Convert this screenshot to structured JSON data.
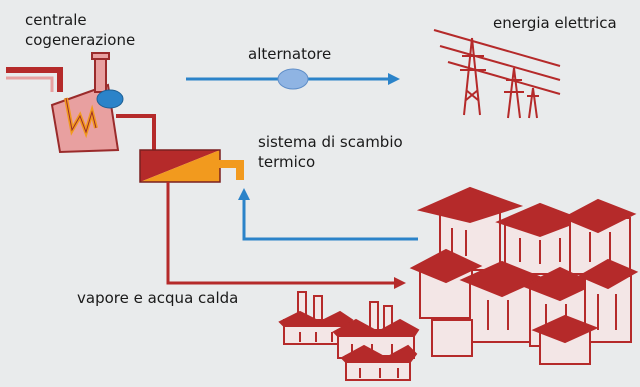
{
  "labels": {
    "plant_line1": "centrale",
    "plant_line2": "cogenerazione",
    "alternator": "alternatore",
    "electricity": "energia elettrica",
    "exchanger_line1": "sistema di scambio",
    "exchanger_line2": "termico",
    "steam": "vapore e acqua calda"
  },
  "colors": {
    "background": "#e9ebec",
    "flow_red": "#b52a2a",
    "flow_blue": "#2b83c9",
    "plant_fill": "#e8a0a0",
    "plant_stroke": "#9a2b2b",
    "flame": "#f29a1e",
    "exchanger_dark": "#b52a2a",
    "exchanger_light": "#f29a1e",
    "tower": "#b52a2a",
    "city_roof": "#b52a2a",
    "city_wall": "#f3e6e6",
    "node_blue": "#2b83c9"
  }
}
